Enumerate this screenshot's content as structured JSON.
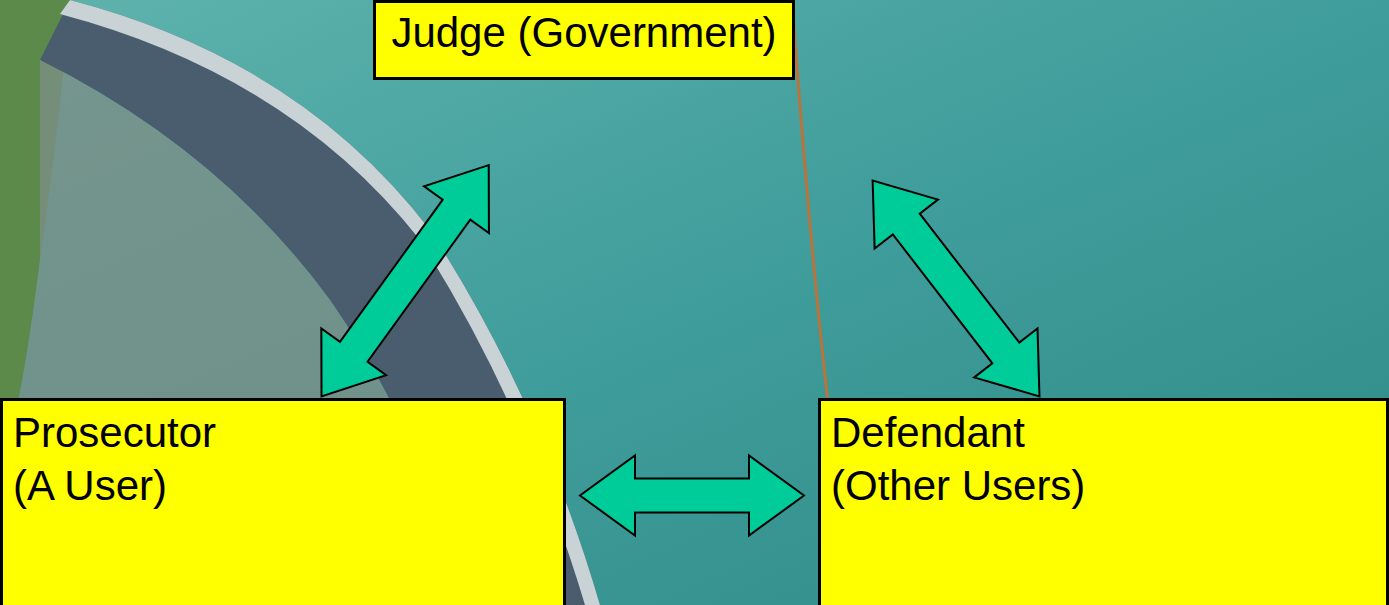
{
  "diagram": {
    "nodes": [
      {
        "text": [
          "Judge (Government)"
        ]
      },
      {
        "text": [
          "Prosecutor (A User)"
        ]
      },
      {
        "text": [
          "Defendant (Other Users)"
        ]
      }
    ],
    "edges": [
      {
        "from": 0,
        "to": 1,
        "arrow": "both"
      },
      {
        "from": 0,
        "to": 2,
        "arrow": "both"
      },
      {
        "from": 1,
        "to": 2,
        "arrow": "both"
      }
    ]
  }
}
